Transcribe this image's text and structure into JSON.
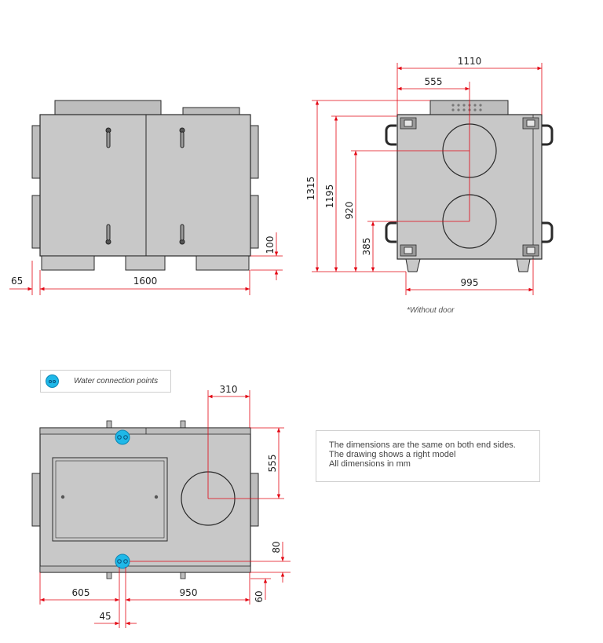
{
  "front_view": {
    "dim_total_length": "1600",
    "dim_spigot_offset": "65",
    "dim_feet_height": "100"
  },
  "side_view": {
    "dim_total_width": "1110",
    "dim_half_width": "555",
    "dim_total_height": "1315",
    "dim_body_height": "1195",
    "dim_upper_spigot": "920",
    "dim_lower_spigot": "385",
    "dim_width_without_door": "995",
    "note_without_door": "*Without door"
  },
  "top_view": {
    "legend_label": "Water connection points",
    "dim_spigot_x": "310",
    "dim_spigot_y": "555",
    "dim_connection_height": "80",
    "dim_base_offset": "60",
    "dim_left": "605",
    "dim_right": "950",
    "dim_connection_spacing": "45"
  },
  "notes": {
    "line1": "The dimensions are the same on both end sides.",
    "line2": "The drawing shows a right model",
    "line3": "All dimensions in mm"
  },
  "colors": {
    "unit_fill": "#c8c8c8",
    "unit_stroke": "#2a2a2a",
    "dimension_line": "#e30613",
    "water_connection": "#1fb8e8"
  }
}
